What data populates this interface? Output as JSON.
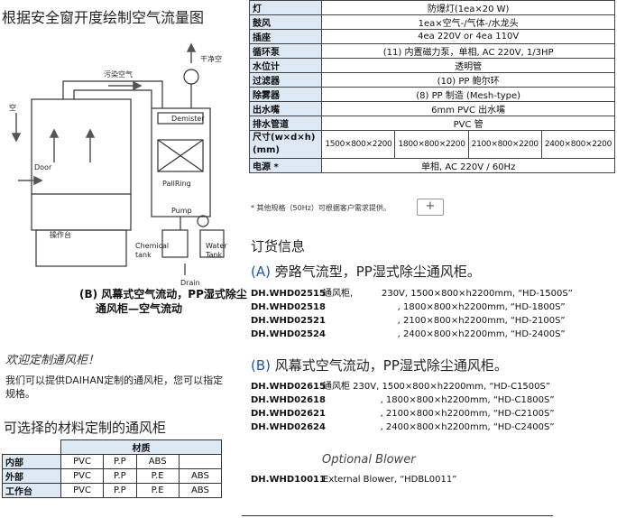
{
  "left": {
    "title": "根据安全窗开度绘制空气流量图",
    "diagram": {
      "labels": {
        "air": "空",
        "polluted_air": "污染空气",
        "clean_air": "干净空",
        "demister": "Demister",
        "door": "Door",
        "pallring": "PallRing",
        "work_table": "操作台",
        "pump": "Pump",
        "chemical_tank": "Chemical\ntank",
        "water_tank": "Water\nTank",
        "drain": "Drain"
      },
      "caption_line1": "(B) 风幕式空气流动，PP湿式除尘",
      "caption_line2": "通风柜—空气流动"
    },
    "welcome": "欢迎定制通风柜！",
    "custom_text": "我们可以提供DAIHAN定制的通风柜，您可以指定规格。",
    "materials_title": "可选择的材料定制的通风柜",
    "materials_table": {
      "header": "材质",
      "rows": [
        {
          "name": "内部",
          "values": [
            "PVC",
            "P.P",
            "ABS",
            ""
          ]
        },
        {
          "name": "外部",
          "values": [
            "PVC",
            "P.P",
            "P.E",
            "ABS"
          ]
        },
        {
          "name": "工作台",
          "values": [
            "PVC",
            "P.P",
            "P.E",
            "ABS"
          ]
        }
      ]
    }
  },
  "spec": {
    "rows": [
      {
        "label": "灯",
        "value": "防爆灯(1ea×20 W)"
      },
      {
        "label": "鼓风",
        "value": "1ea×空气-/气体-/水龙头"
      },
      {
        "label": "插座",
        "value": "4ea 220V    or 4ea 110V"
      },
      {
        "label": "循环泵",
        "value": "(11) 内置磁力泵，单相, AC 220V, 1/3HP"
      },
      {
        "label": "水位计",
        "value": "透明管"
      },
      {
        "label": "过滤器",
        "value": "(10) PP 鲍尔环"
      },
      {
        "label": "除雾器",
        "value": "(8) PP 制造 (Mesh-type)"
      },
      {
        "label": "出水嘴",
        "value": "6mm PVC 出水嘴"
      },
      {
        "label": "排水管道",
        "value": "PVC 管"
      }
    ],
    "size_label_line1": "尺寸(w×d×h)",
    "size_label_line2": "(mm)",
    "sizes": [
      "1500×800×2200",
      "1800×800×2200",
      "2100×800×2200",
      "2400×800×2200"
    ],
    "power_label": "电源 *",
    "power_value": "单相, AC 220V / 60Hz",
    "note": "* 其他规格（50Hz）可根据客户需求提供。",
    "plus": "+"
  },
  "order": {
    "title": "订货信息",
    "section_a": {
      "label": "(A)",
      "title": "旁路气流型，PP湿式除尘通风柜。",
      "rows": [
        {
          "code": "DH.WHD02515",
          "desc": "通风柜,          230V, 1500×800×h2200mm, “HD-1500S”"
        },
        {
          "code": "DH.WHD02518",
          "desc": "                          , 1800×800×h2200mm, “HD-1800S”"
        },
        {
          "code": "DH.WHD02521",
          "desc": "                          , 2100×800×h2200mm, “HD-2100S”"
        },
        {
          "code": "DH.WHD02524",
          "desc": "                          , 2400×800×h2200mm, “HD-2400S”"
        }
      ]
    },
    "section_b": {
      "label": "(B)",
      "title": "风幕式空气流动，PP湿式除尘通风柜。",
      "rows": [
        {
          "code": "DH.WHD02615",
          "desc": "通风柜 230V, 1500×800×h2200mm, “HD-C1500S”"
        },
        {
          "code": "DH.WHD02618",
          "desc": "                    , 1800×800×h2200mm, “HD-C1800S”"
        },
        {
          "code": "DH.WHD02621",
          "desc": "                    , 2100×800×h2200mm, “HD-C2100S”"
        },
        {
          "code": "DH.WHD02624",
          "desc": "                    , 2400×800×h2200mm, “HD-C2400S”"
        }
      ]
    },
    "optional_title": "Optional Blower",
    "optional_rows": [
      {
        "code": "DH.WHD10011",
        "desc": "External Blower, “HDBL0011”"
      }
    ]
  }
}
